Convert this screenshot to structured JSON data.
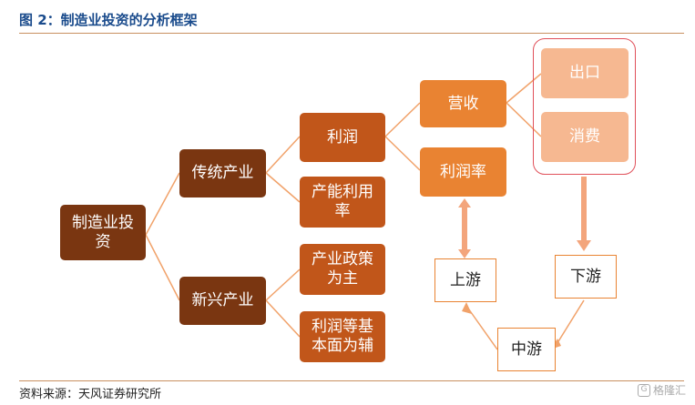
{
  "header": {
    "title": "图 2：制造业投资的分析框架"
  },
  "footer": {
    "source": "资料来源：天风证券研究所",
    "watermark": "格隆汇"
  },
  "nodes": {
    "root": "制造业投资",
    "traditional": "传统产业",
    "emerging": "新兴产业",
    "profit": "利润",
    "capacity": "产能利用率",
    "policy": "产业政策为主",
    "fundamentals": "利润等基本面为辅",
    "revenue": "营收",
    "margin": "利润率",
    "export": "出口",
    "consumption": "消费",
    "upstream": "上游",
    "downstream": "下游",
    "midstream": "中游"
  },
  "colors": {
    "dark": "#7a3611",
    "mid": "#c1561a",
    "orange": "#e98332",
    "light": "#f6b891",
    "frame": "#e0505a",
    "arrow": "#f3a57c"
  }
}
